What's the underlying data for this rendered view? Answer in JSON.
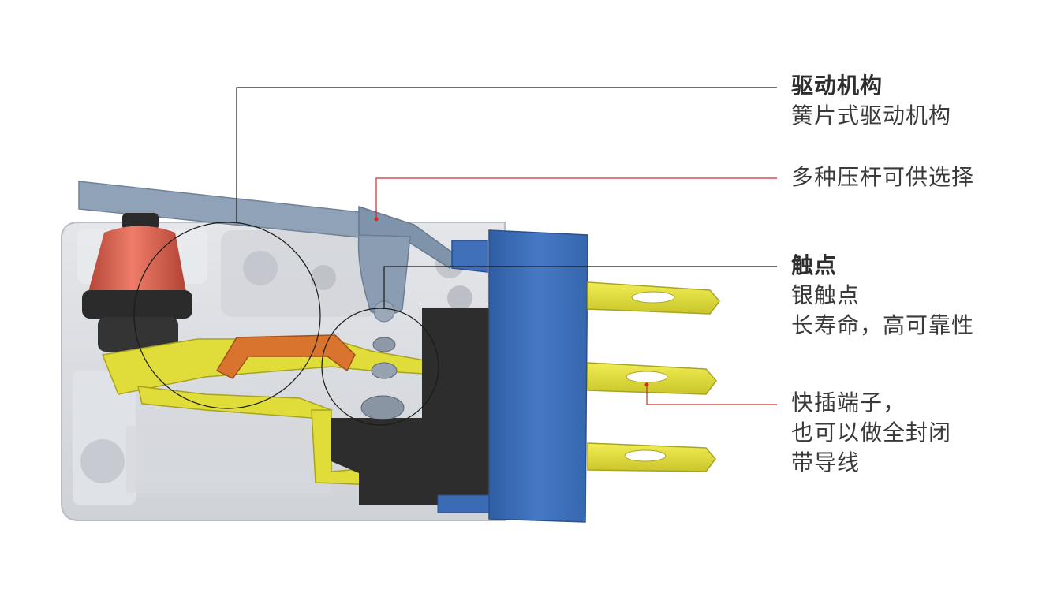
{
  "callouts": {
    "drive": {
      "title": "驱动机构",
      "lines": [
        "簧片式驱动机构"
      ]
    },
    "lever": {
      "lines": [
        "多种压杆可供选择"
      ]
    },
    "contact": {
      "title": "触点",
      "lines": [
        "银触点",
        "长寿命，高可靠性"
      ]
    },
    "terminal": {
      "lines": [
        "快插端子，",
        "也可以做全封闭",
        "带导线"
      ]
    }
  },
  "colors": {
    "housing": "#d8dbe0",
    "lever": "#8fa2b8",
    "plunger": "#d9604f",
    "plunger_base": "#2b2b2b",
    "spring_leaf": "#e0dc3a",
    "copper_strip": "#d9742f",
    "cover": "#3f6fb8",
    "terminal": "#e6e23a",
    "insulator": "#2d2d2d",
    "contact": "#8e99a8",
    "leader_black": "#1a1a1a",
    "leader_red": "#d62a2a"
  },
  "icons": [
    "microswitch-cutaway-illustration"
  ]
}
